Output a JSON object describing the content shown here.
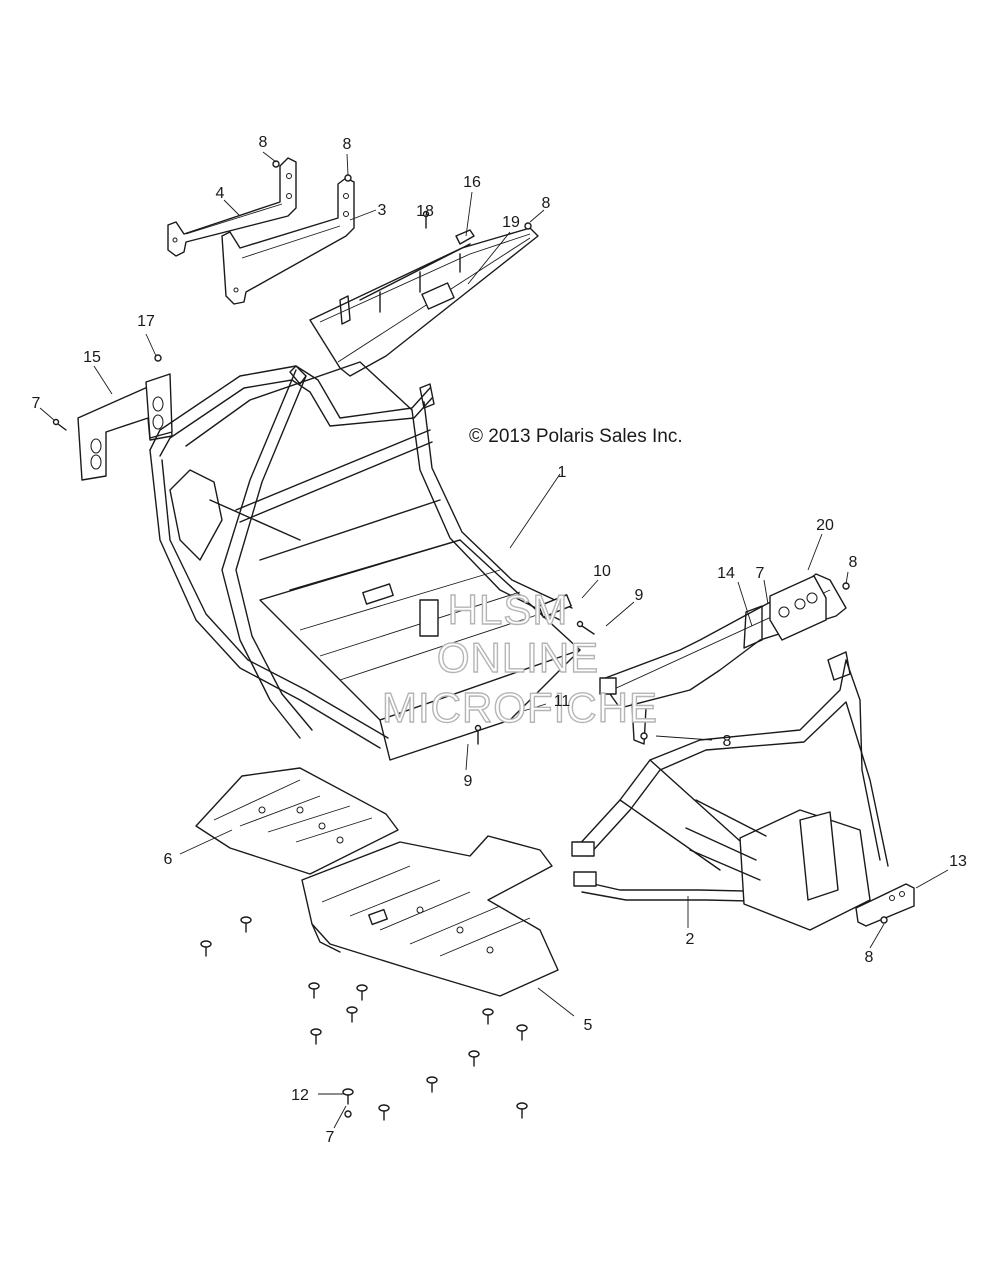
{
  "copyright": "© 2013 Polaris Sales Inc.",
  "watermark": {
    "line1": "HLSM",
    "line2": "ONLINE",
    "line3": "MICROFICHE"
  },
  "callouts": {
    "c1": "1",
    "c2": "2",
    "c3": "3",
    "c4": "4",
    "c5": "5",
    "c6": "6",
    "c7a": "7",
    "c7b": "7",
    "c7c": "7",
    "c8a": "8",
    "c8b": "8",
    "c8c": "8",
    "c8d": "8",
    "c8e": "8",
    "c8f": "8",
    "c9a": "9",
    "c9b": "9",
    "c10": "10",
    "c11": "11",
    "c12": "12",
    "c13": "13",
    "c14": "14",
    "c15": "15",
    "c16": "16",
    "c17": "17",
    "c18": "18",
    "c19": "19",
    "c20": "20"
  }
}
